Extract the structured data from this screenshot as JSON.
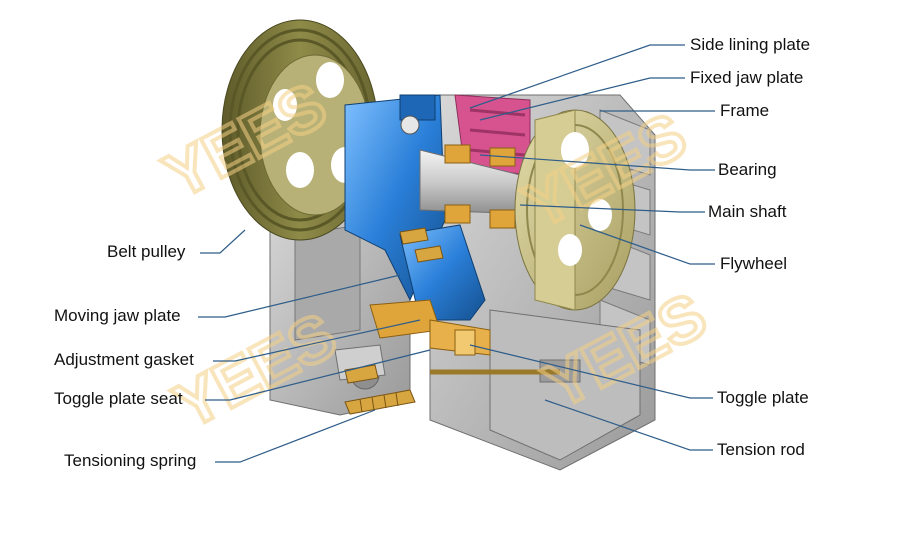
{
  "diagram": {
    "watermark": "YEES",
    "labels": {
      "side_lining_plate": "Side lining plate",
      "fixed_jaw_plate": "Fixed jaw plate",
      "frame": "Frame",
      "bearing": "Bearing",
      "main_shaft": "Main shaft",
      "flywheel": "Flywheel",
      "toggle_plate": "Toggle plate",
      "tension_rod": "Tension rod",
      "belt_pulley": "Belt pulley",
      "moving_jaw_plate": "Moving jaw plate",
      "adjustment_gasket": "Adjustment gasket",
      "toggle_plate_seat": "Toggle plate seat",
      "tensioning_spring": "Tensioning spring"
    },
    "colors": {
      "leader_line": "#2f5d8a",
      "pulley": "#7d7a3c",
      "flywheel": "#c9c08a",
      "frame": "#b8b8b8",
      "moving_jaw": "#2a7fd8",
      "fixed_jaw": "#d6538f",
      "bearing": "#e0a53a",
      "spring": "#d8a640",
      "watermark": "#f5cf86"
    }
  }
}
